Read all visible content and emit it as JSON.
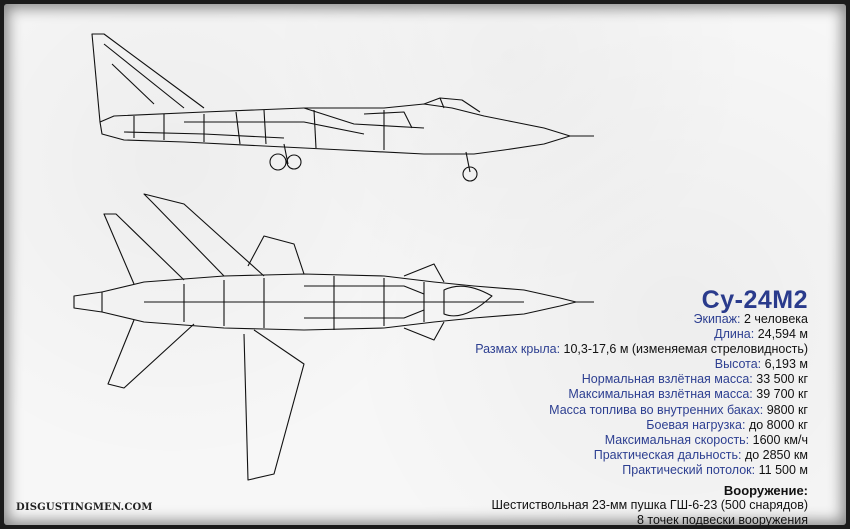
{
  "title": "Су-24М2",
  "specs": [
    {
      "label": "Экипаж:",
      "value": "2 человека"
    },
    {
      "label": "Длина:",
      "value": "24,594 м"
    },
    {
      "label": "Размах крыла:",
      "value": "10,3-17,6 м (изменяемая стреловидность)"
    },
    {
      "label": "Высота:",
      "value": "6,193 м"
    },
    {
      "label": "Нормальная взлётная масса:",
      "value": "33 500 кг"
    },
    {
      "label": "Максимальная взлётная масса:",
      "value": "39 700 кг"
    },
    {
      "label": "Масса топлива во внутренних баках:",
      "value": "9800 кг"
    },
    {
      "label": "Боевая нагрузка:",
      "value": "до 8000 кг"
    },
    {
      "label": "Максимальная скорость:",
      "value": "1600 км/ч"
    },
    {
      "label": "Практическая дальность:",
      "value": "до 2850 км"
    },
    {
      "label": "Практический потолок:",
      "value": "11 500 м"
    }
  ],
  "armament": {
    "title": "Вооружение:",
    "lines": [
      "Шестиствольная 23-мм пушка ГШ-6-23 (500 снарядов)",
      "8 точек подвески вооружения"
    ]
  },
  "watermark": "DISGUSTINGMEN.COM",
  "colors": {
    "accent": "#2a3b8c",
    "label": "#2d3f91",
    "paper": "#f7f7f7",
    "frame": "#1b1b1b"
  }
}
